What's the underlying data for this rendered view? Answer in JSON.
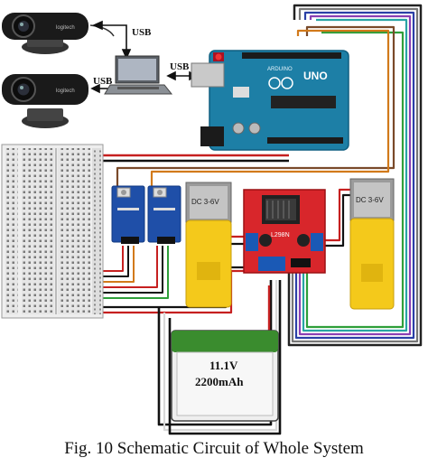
{
  "labels": {
    "usb_top": "USB",
    "usb_left": "USB",
    "usb_right": "USB",
    "battery_voltage": "11.1V",
    "battery_capacity": "2200mAh",
    "arduino_brand": "ARDUINO",
    "arduino_model": "UNO",
    "driver_label": "L298N",
    "motor_left_label": "DC 3-6V",
    "motor_right_label": "DC 3-6V"
  },
  "caption": "Fig. 10  Schematic Circuit of Whole System",
  "colors": {
    "arduino": "#1d7fa6",
    "driver": "#d8262b",
    "motor": "#f4c91b",
    "sensor": "#1f4fa8",
    "battery_top": "#3a8c2e",
    "battery_body": "#efefef"
  }
}
